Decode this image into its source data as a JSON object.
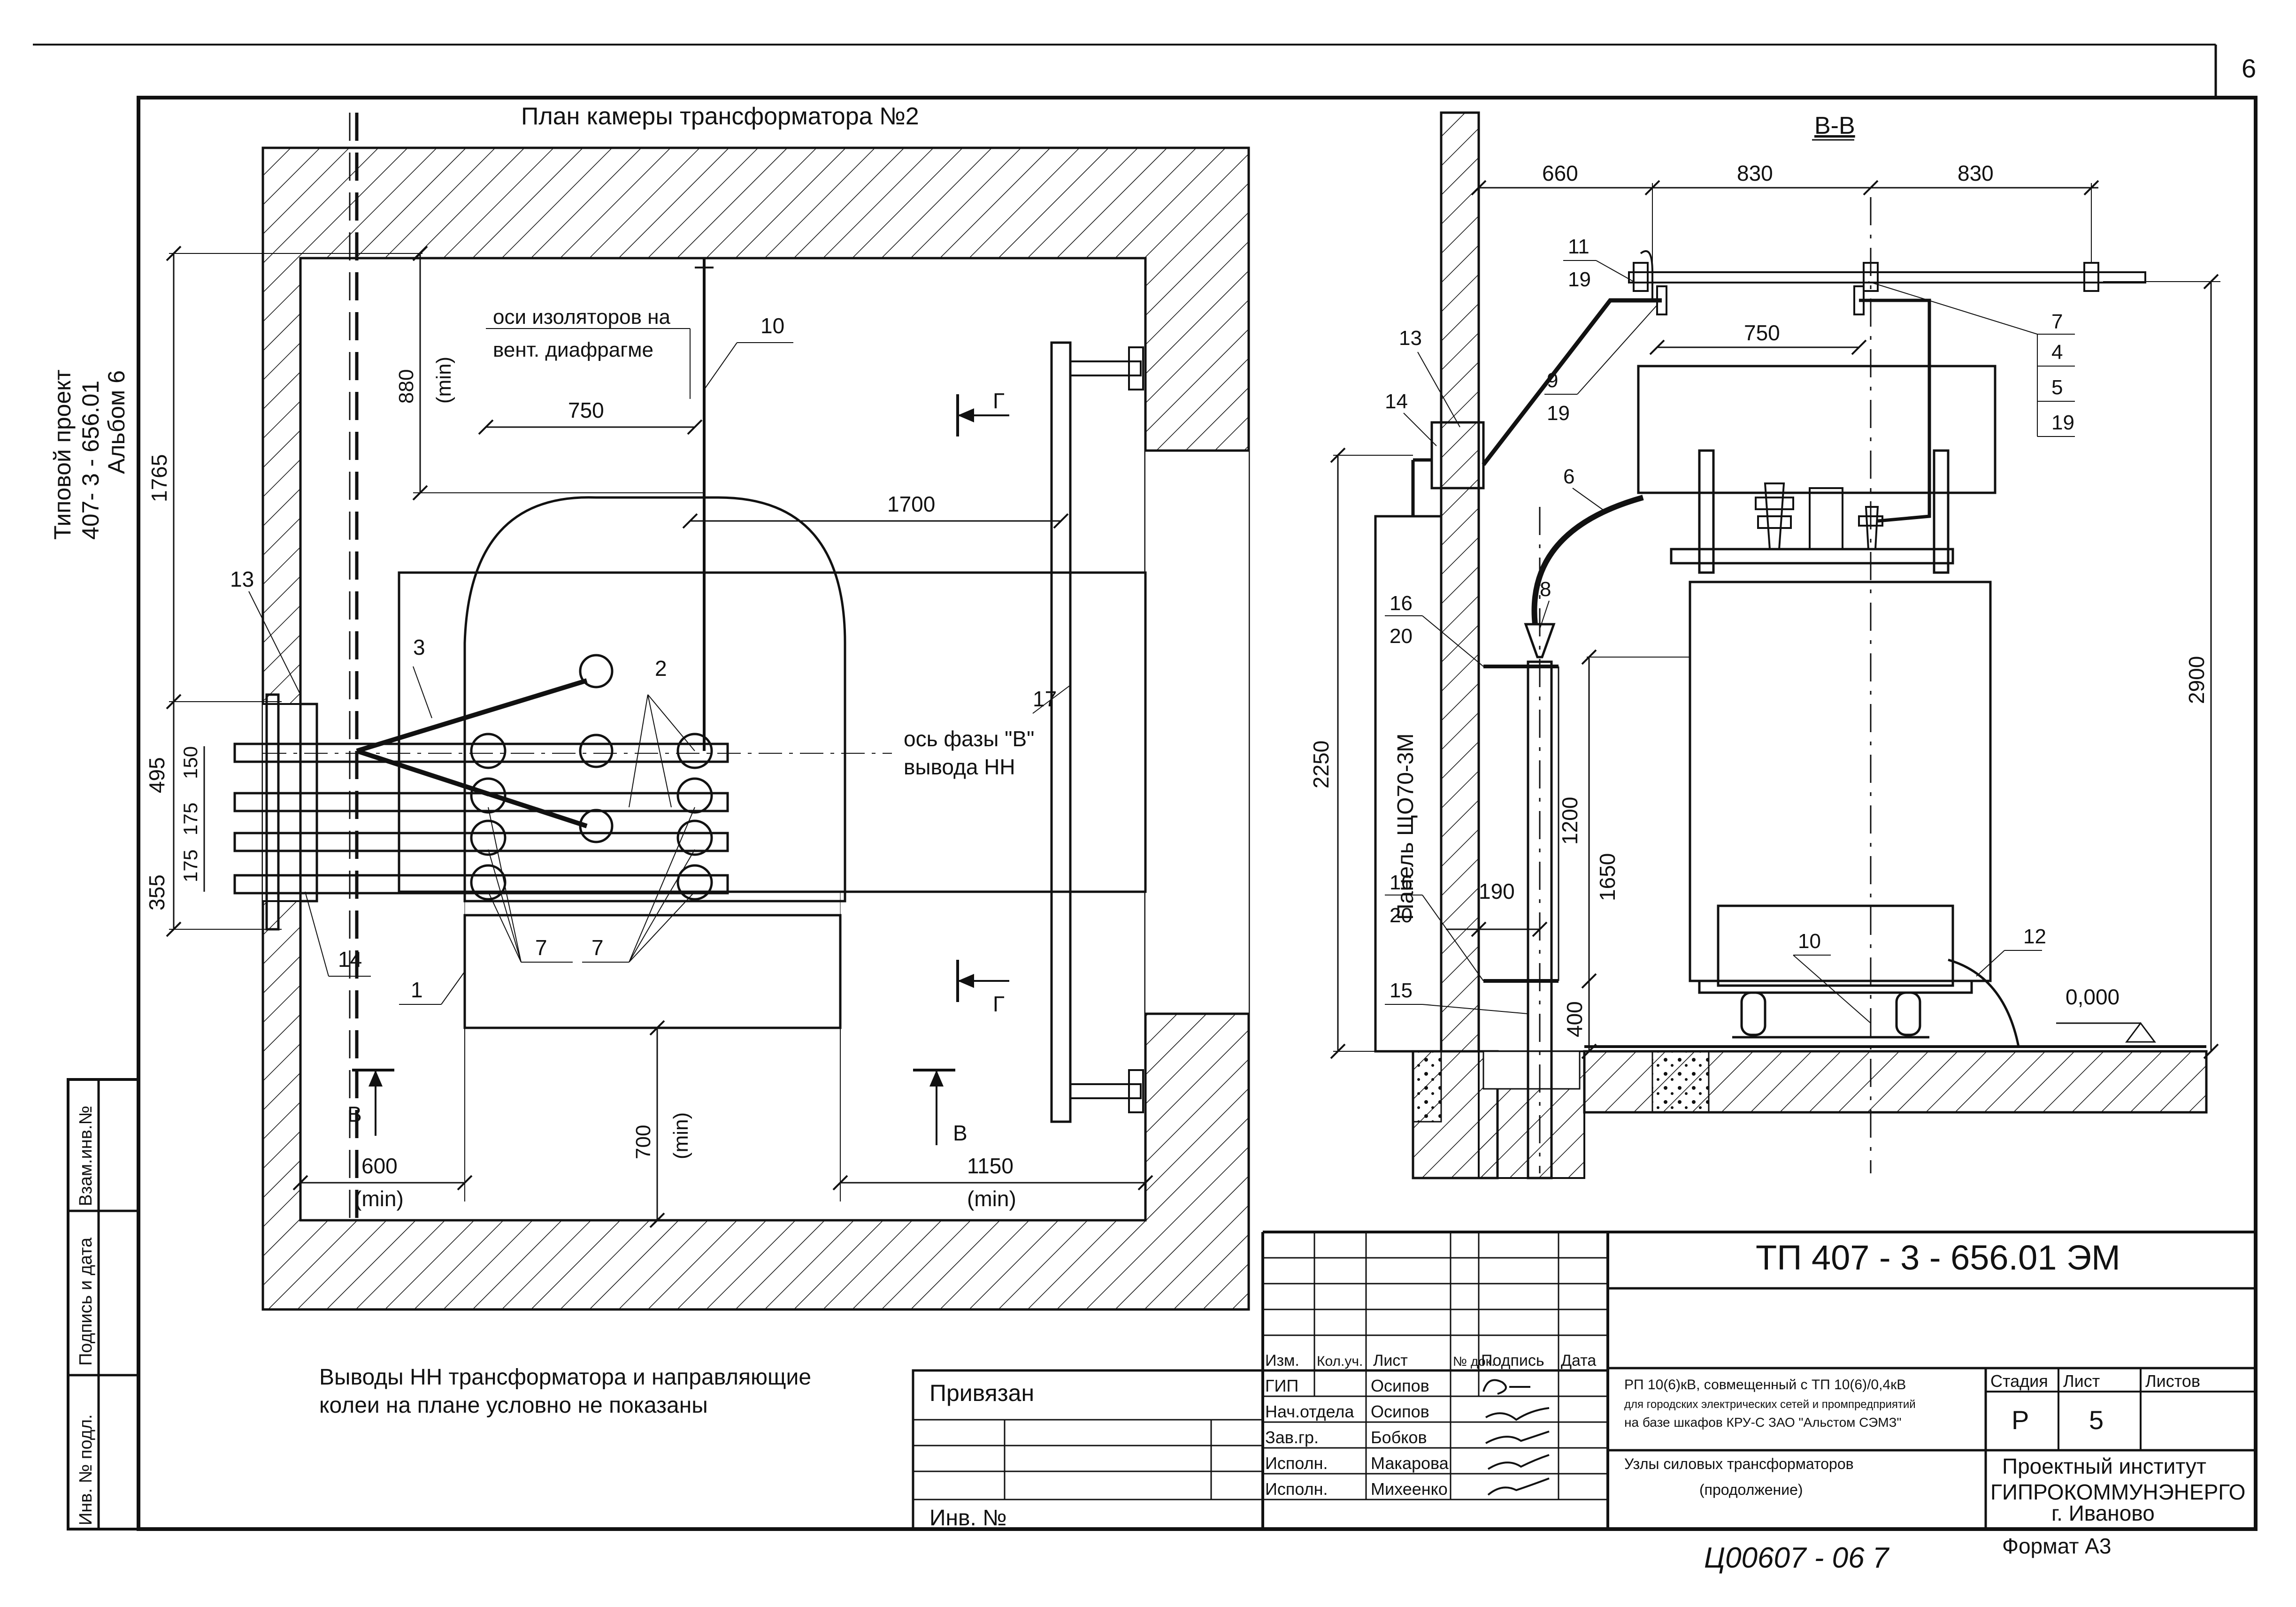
{
  "sheet_number": "6",
  "side_stamp": {
    "line1": "Типовой проект",
    "line2": "407- 3 - 656.01",
    "line3": "Альбом 6"
  },
  "plan": {
    "title": "План камеры трансформатора №2",
    "insulator_axes_line1": "оси изоляторов на",
    "insulator_axes_line2": "вент. диафрагме",
    "phase_axis_line1": "ось фазы \"В\"",
    "phase_axis_line2": "вывода НН",
    "dims": {
      "d1765": "1765",
      "d880": "880",
      "min": "(min)",
      "d750": "750",
      "d1700": "1700",
      "d495": "495",
      "d150": "150",
      "d175a": "175",
      "d175b": "175",
      "d355": "355",
      "d600": "600",
      "d700": "700",
      "d1150": "1150"
    },
    "labels": {
      "l13": "13",
      "l3": "3",
      "l2": "2",
      "l10": "10",
      "l17": "17",
      "l14": "14",
      "l1": "1",
      "l7a": "7",
      "l7b": "7"
    },
    "section_marks": {
      "g_top": "Г",
      "g_bottom": "Г",
      "b_left": "В",
      "b_right": "В"
    }
  },
  "section": {
    "title": "В-В",
    "panel_label": "Панель ЩО70-3М",
    "elevation": "0,000",
    "dims": {
      "d660": "660",
      "d830a": "830",
      "d830b": "830",
      "d750": "750",
      "d2900": "2900",
      "d2250": "2250",
      "d1200": "1200",
      "d1650": "1650",
      "d190": "190",
      "d400": "400"
    },
    "labels": {
      "l11": "11",
      "l19a": "19",
      "l9": "9",
      "l19b": "19",
      "l13": "13",
      "l14": "14",
      "l6": "6",
      "l8": "8",
      "l16a": "16",
      "l20a": "20",
      "l16b": "16",
      "l20b": "20",
      "l15": "15",
      "l10": "10",
      "l12": "12",
      "l7": "7",
      "l4": "4",
      "l5": "5",
      "l19c": "19"
    }
  },
  "note": {
    "line1": "Выводы НН трансформатора и направляющие",
    "line2": "колеи на плане условно не показаны"
  },
  "title_block": {
    "code": "ТП  407 - 3 - 656.01     ЭМ",
    "project_line1": "РП 10(6)кВ, совмещенный с ТП 10(6)/0,4кВ",
    "project_line2": "для городских электрических сетей и промпредприятий",
    "project_line3": "на базе шкафов КРУ-С ЗАО \"Альстом СЭМЗ\"",
    "drawing_line1": "Узлы силовых трансформаторов",
    "drawing_line2": "(продолжение)",
    "headers": {
      "izm": "Изм.",
      "kolu": "Кол.уч.",
      "list": "Лист",
      "ndok": "№ док.",
      "podpis": "Подпись",
      "data": "Дата"
    },
    "roles": [
      {
        "role": "ГИП",
        "name": "Осипов"
      },
      {
        "role": "Нач.отдела",
        "name": "Осипов"
      },
      {
        "role": "Зав.гр.",
        "name": "Бобков"
      },
      {
        "role": "Исполн.",
        "name": "Макарова"
      },
      {
        "role": "Исполн.",
        "name": "Михеенко"
      }
    ],
    "stage_label": "Стадия",
    "sheet_label": "Лист",
    "sheets_label": "Листов",
    "stage": "Р",
    "sheet": "5",
    "org_line1": "Проектный институт",
    "org_line2": "ГИПРОКОММУНЭНЕРГО",
    "org_line3": "г. Иваново",
    "privyazan": "Привязан",
    "inv_no": "Инв. №",
    "format": "Формат А3",
    "handwritten": "Ц00607 - 06  7"
  },
  "left_strip": {
    "vzam": "Взам.инв.№",
    "podpis": "Подпись и дата",
    "inv_podl": "Инв. № подл."
  }
}
